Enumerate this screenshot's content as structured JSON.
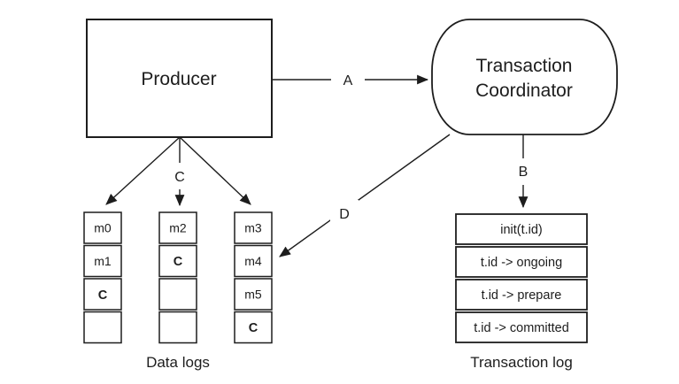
{
  "nodes": {
    "producer": {
      "label": "Producer"
    },
    "coordinator": {
      "line1": "Transaction",
      "line2": "Coordinator"
    }
  },
  "edges": {
    "a": {
      "label": "A"
    },
    "b": {
      "label": "B"
    },
    "c": {
      "label": "C"
    },
    "d": {
      "label": "D"
    }
  },
  "data_logs": {
    "caption": "Data logs",
    "columns": [
      {
        "cells": [
          "m0",
          "m1",
          "C",
          ""
        ]
      },
      {
        "cells": [
          "m2",
          "C",
          "",
          ""
        ]
      },
      {
        "cells": [
          "m3",
          "m4",
          "m5",
          "C"
        ]
      }
    ]
  },
  "transaction_log": {
    "caption": "Transaction log",
    "rows": [
      "init(t.id)",
      "t.id -> ongoing",
      "t.id -> prepare",
      "t.id -> committed"
    ]
  },
  "colors": {
    "line": "#1d1d1d",
    "commit_marker": "#c2262e",
    "background": "#ffffff"
  }
}
